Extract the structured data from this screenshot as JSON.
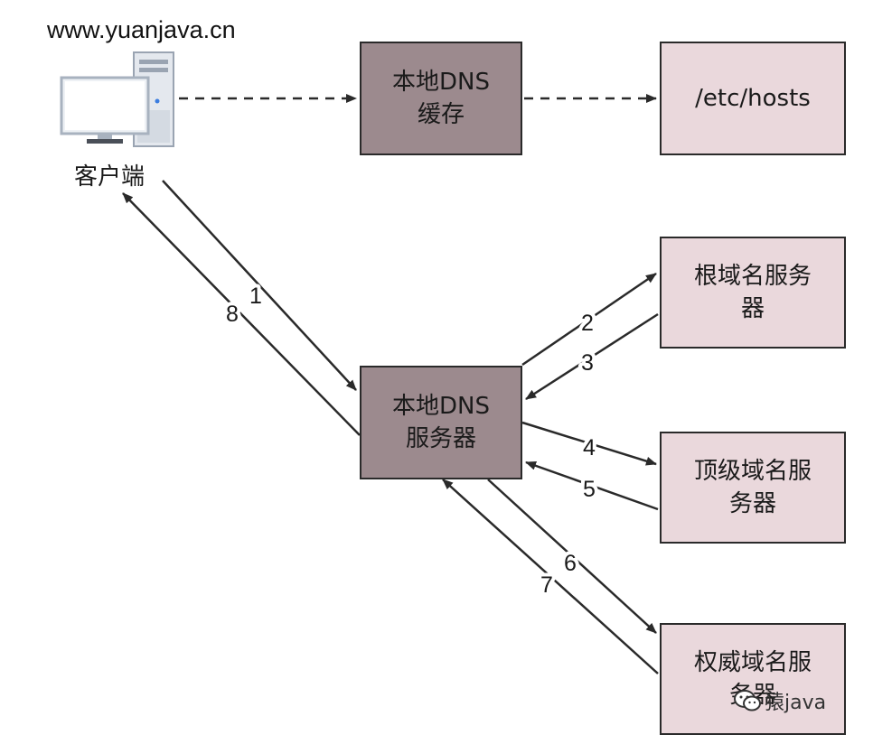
{
  "watermark_site": "www.yuanjava.cn",
  "client": {
    "label": "客户端"
  },
  "nodes": {
    "dns_cache": "本地DNS\n缓存",
    "etc_hosts": "/etc/hosts",
    "local_dns": "本地DNS\n服务器",
    "root_dns": "根域名服务\n器",
    "tld_dns": "顶级域名服\n务器",
    "auth_dns": "权威域名服\n务器"
  },
  "steps": [
    "1",
    "2",
    "3",
    "4",
    "5",
    "6",
    "7",
    "8"
  ],
  "watermark_wechat": "猿java",
  "colors": {
    "dark_box": "#9c8a8e",
    "light_box": "#ead8dc",
    "stroke": "#2a2a2a"
  }
}
